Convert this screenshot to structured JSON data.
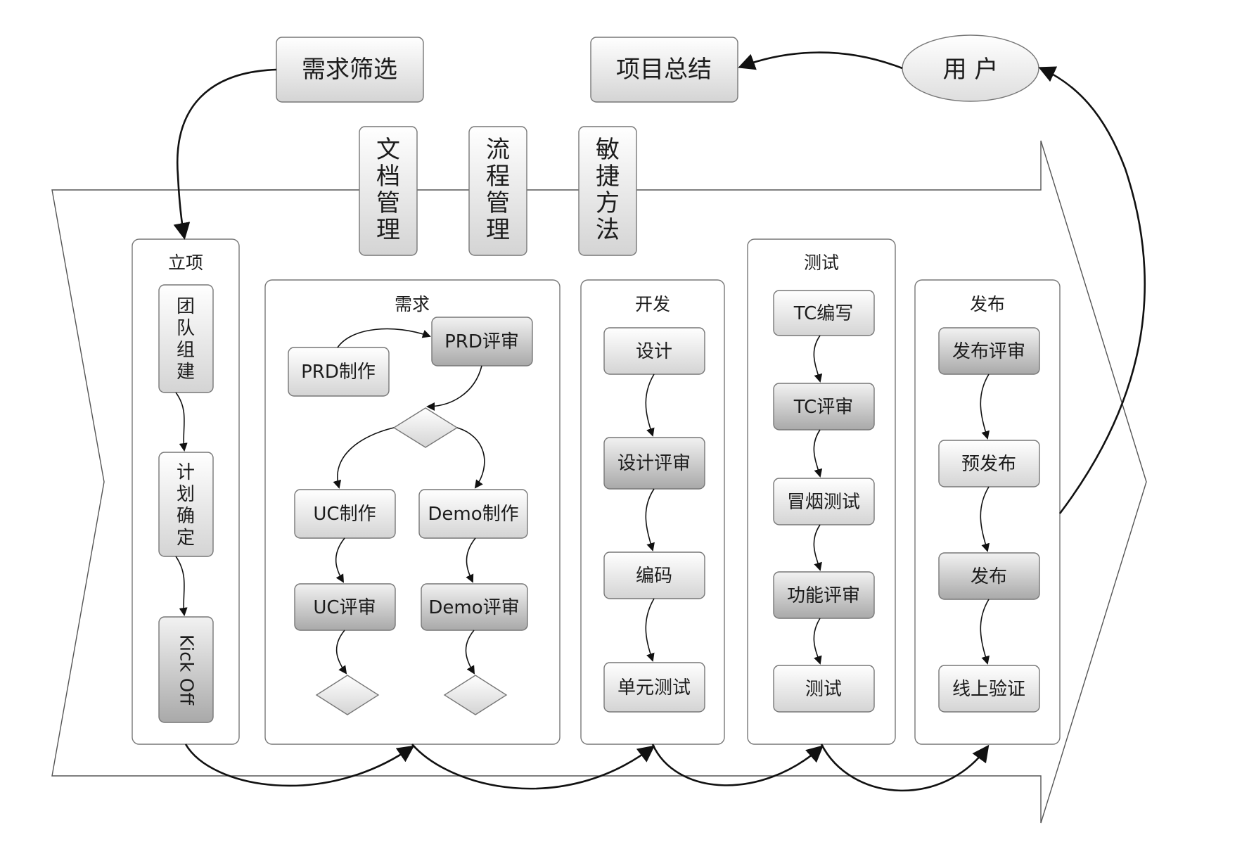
{
  "top": {
    "demand_filter": "需求筛选",
    "project_summary": "项目总结",
    "user": "用 户"
  },
  "pillars": [
    "文档管理",
    "流程管理",
    "敏捷方法"
  ],
  "stages": {
    "initiation": {
      "title": "立项",
      "steps": [
        "团队组建",
        "计划确定",
        "Kick Off"
      ]
    },
    "requirement": {
      "title": "需求",
      "prd_make": "PRD制作",
      "prd_review": "PRD评审",
      "uc_make": "UC制作",
      "uc_review": "UC评审",
      "demo_make": "Demo制作",
      "demo_review": "Demo评审"
    },
    "development": {
      "title": "开发",
      "steps": [
        "设计",
        "设计评审",
        "编码",
        "单元测试"
      ]
    },
    "testing": {
      "title": "测试",
      "steps": [
        "TC编写",
        "TC评审",
        "冒烟测试",
        "功能评审",
        "测试"
      ]
    },
    "release": {
      "title": "发布",
      "steps": [
        "发布评审",
        "预发布",
        "发布",
        "线上验证"
      ]
    }
  }
}
